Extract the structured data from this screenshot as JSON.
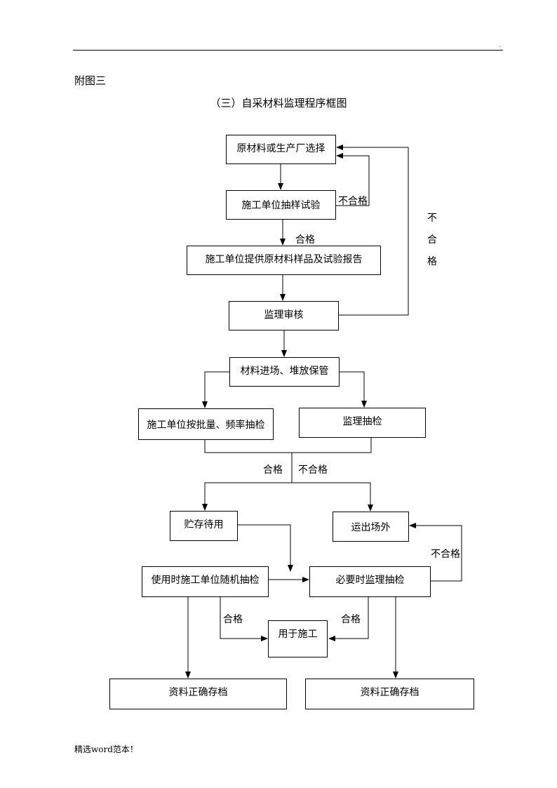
{
  "header": {
    "mark": "."
  },
  "appendix_label": "附图三",
  "title": "（三）自采材料监理程序框图",
  "nodes": {
    "select": "原材料或生产厂选择",
    "contractor_sample_test": "施工单位抽样试验",
    "submit_samples_report": "施工单位提供原材料样品及试验报告",
    "supervisor_review": "监理审核",
    "material_entry": "材料进场、堆放保管",
    "contractor_batch_check": "施工单位按批量、频率抽检",
    "supervisor_spot_check": "监理抽检",
    "storage": "贮存待用",
    "ship_out": "运出场外",
    "contractor_random_check": "使用时施工单位随机抽检",
    "supervisor_check_when_needed": "必要时监理抽检",
    "use_in_construction": "用于施工",
    "archive_left": "资料正确存档",
    "archive_right": "资料正确存档"
  },
  "edge_labels": {
    "fail_test": "不合格",
    "pass_test": "合格",
    "fail_review_vertical": [
      "不",
      "合",
      "格"
    ],
    "pass_split": "合格",
    "fail_split": "不合格",
    "fail_recheck": "不合格",
    "pass_left_use": "合格",
    "pass_right_use": "合格"
  },
  "footer": "精选word范本！"
}
